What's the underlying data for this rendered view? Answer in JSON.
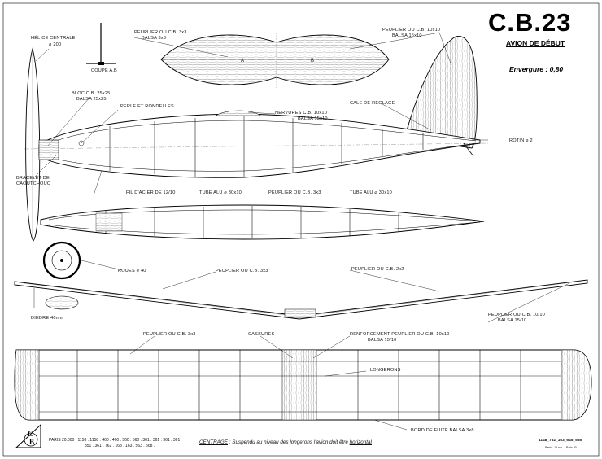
{
  "header": {
    "title": "C.B.23",
    "subtitle": "AVION DE DÉBUT",
    "span_label": "Envergure : 0,80"
  },
  "labels": {
    "helice": "HÉLICE CENTRALE",
    "helice_size": "⌀ 200",
    "coupe": "COUPE A.B",
    "peuplier_top_1": "PEUPLIER OU C.B. 3x3",
    "peuplier_top_2": "BALSA 3x3",
    "peuplier_fin_1": "PEUPLIER OU C.B. 10x10",
    "peuplier_fin_2": "BALSA 15x10",
    "section_a": "A",
    "section_b": "B",
    "bloc_1": "BLOC C.B. 25x25",
    "bloc_2": "BALSA 25x25",
    "perle": "PERLE ET RONDELLES",
    "nervures_1": "NERVURES C.B. 10x10",
    "nervures_2": "BALSA 15x10",
    "cale": "CALE DE RÉGLAGE",
    "rotin": "ROTIN ⌀ 2",
    "bracelet_1": "BRACELET DE",
    "bracelet_2": "CAOUTCHOUC",
    "fil_acier": "FIL D'ACIER DE 12/10",
    "tube_alu_1": "TUBE ALU ⌀ 30x10",
    "peuplier_mid": "PEUPLIER OU C.B. 3x3",
    "tube_alu_2": "TUBE ALU ⌀ 30x10",
    "roues": "ROUES ⌀ 40",
    "peuplier_wing_1": "PEUPLIER OU C.B. 3x3",
    "peuplier_wing_2": "PEUPLIER OU C.B. 2x2",
    "dihedral": "DIEDRE 40mm",
    "peuplier_right_1": "PEUPLIER OU C.B. 10/10",
    "peuplier_right_2": "BALSA 15/10",
    "peuplier_bottom": "PEUPLIER OU C.B. 3x3",
    "cassures": "CASSURES",
    "renfort_1": "RENFORCEMENT PEUPLIER OU C.B. 10x10",
    "renfort_2": "BALSA 15/10",
    "longerons": "LONGERONS",
    "bord_fuite": "BORD DE FUITE BALSA 3x8"
  },
  "footer": {
    "plans_line_1": "PARIS 20.000 . 1158 . 1158 . 460 . 460 . 560 . 560 . 361 . 361 . 361 . 361",
    "plans_line_2": "351 . 361 . 762 . 163 . 163 . 563 . 568 .",
    "centrage_lead": "CENTRAGE",
    "centrage_text": ": Suspendu au niveau des longerons l'avion doit être",
    "centrage_underlined": "horizontal",
    "ref_number": "1148_762_163_645_568",
    "imprint": "Paris - 19 rue ... Paris 20",
    "logo_c": "C",
    "logo_b": "B"
  }
}
